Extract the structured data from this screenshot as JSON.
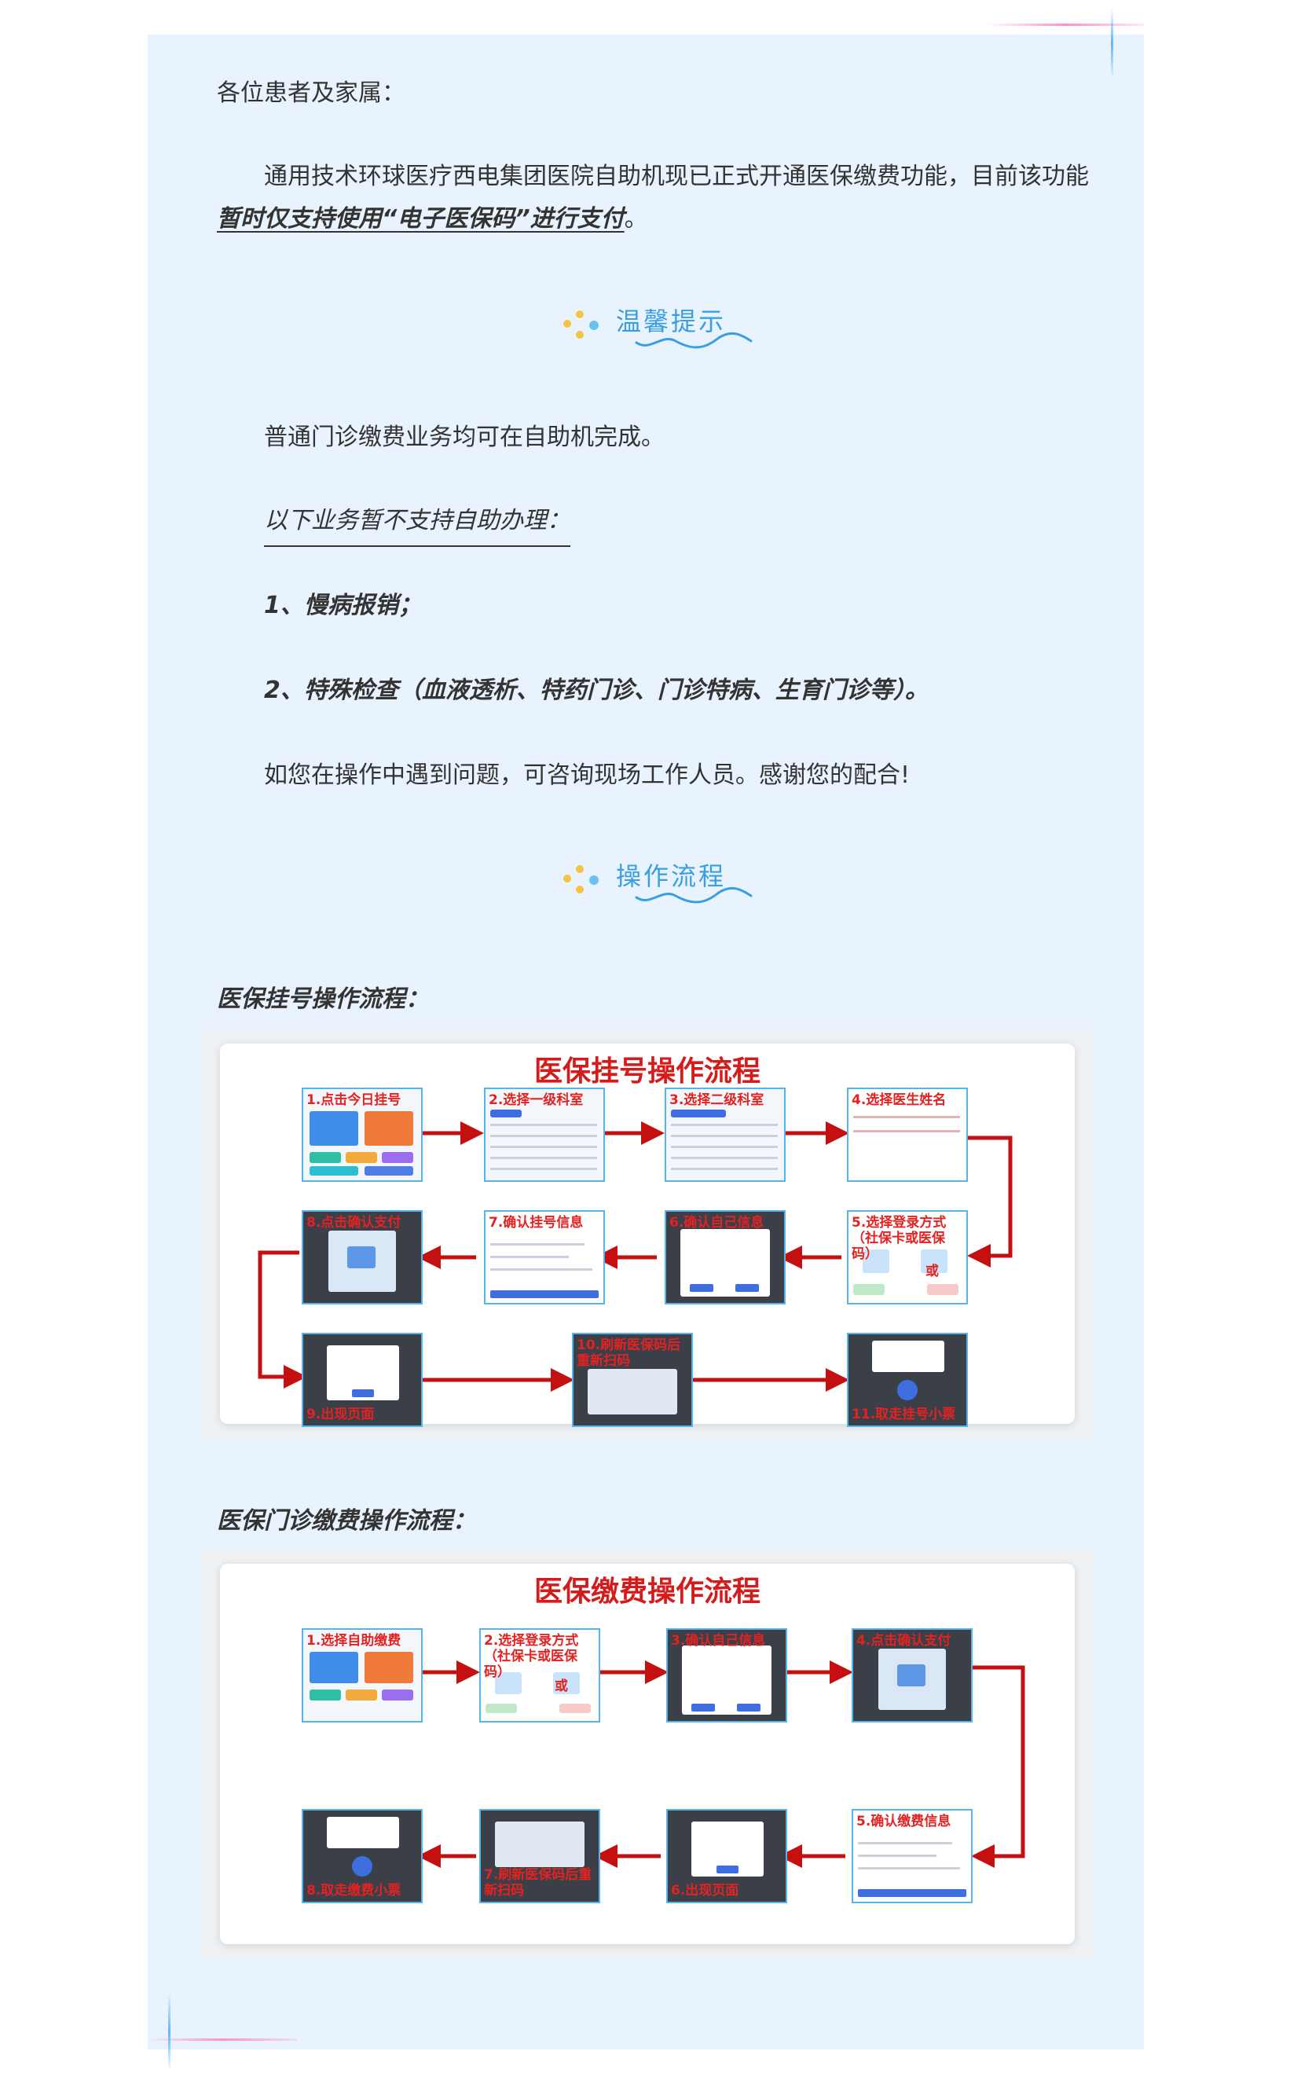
{
  "greeting": "各位患者及家属：",
  "intro": {
    "before": "通用技术环球医疗西电集团医院自助机现已正式开通医保缴费功能，目前该功能",
    "emphasis": "暂时仅支持使用“电子医保码”进行支付",
    "after": "。"
  },
  "section1": {
    "title": "温馨提示"
  },
  "tips": {
    "line1": "普通门诊缴费业务均可在自助机完成。",
    "line2": "以下业务暂不支持自助办理：",
    "item1": "1、慢病报销；",
    "item2": "2、特殊检查（血液透析、特药门诊、门诊特病、生育门诊等）。",
    "line3": "如您在操作中遇到问题，可咨询现场工作人员。感谢您的配合!"
  },
  "section2": {
    "title": "操作流程"
  },
  "flow1": {
    "label": "医保挂号操作流程：",
    "image_title": "医保挂号操作流程",
    "steps": [
      "1.点击今日挂号",
      "2.选择一级科室",
      "3.选择二级科室",
      "4.选择医生姓名",
      "5.选择登录方式（社保卡或医保码）",
      "6.确认自己信息",
      "7.确认挂号信息",
      "8.点击确认支付",
      "9.出现页面",
      "10.刷新医保码后重新扫码",
      "11.取走挂号小票"
    ],
    "or_text": "或"
  },
  "flow2": {
    "label": "医保门诊缴费操作流程：",
    "image_title": "医保缴费操作流程",
    "steps": [
      "1.选择自助缴费",
      "2.选择登录方式（社保卡或医保码）",
      "3.确认自己信息",
      "4.点击确认支付",
      "5.确认缴费信息",
      "6.出现页面",
      "7.刷新医保码后重新扫码",
      "8.取走缴费小票"
    ],
    "or_text": "或"
  },
  "colors": {
    "card_bg": "#e8f3fd",
    "accent_blue": "#3a9ee0",
    "dot_yellow": "#f6c343",
    "flow_red": "#d51c1c",
    "frame_blue": "#58b4e8"
  }
}
